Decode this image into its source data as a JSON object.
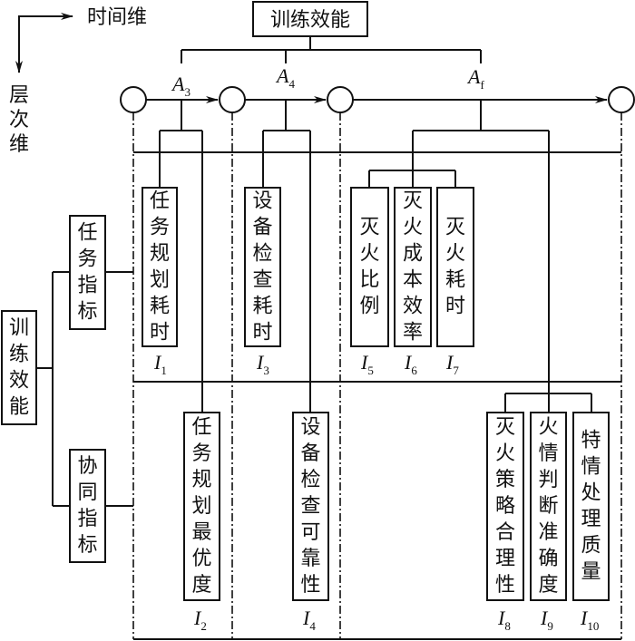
{
  "axes": {
    "time_axis_label": "时间维",
    "level_axis_label": "层次维"
  },
  "top_node": {
    "label": "训练效能"
  },
  "stage_labels": [
    {
      "symbol": "A",
      "sub": "3"
    },
    {
      "symbol": "A",
      "sub": "4"
    },
    {
      "symbol": "A",
      "sub": "f"
    }
  ],
  "left_tree": {
    "root": "训练效能",
    "branches": [
      "任务指标",
      "协同指标"
    ]
  },
  "indicators": [
    {
      "id": "I1",
      "symbol": "I",
      "sub": "1",
      "label": "任务规划耗时",
      "level": "任务指标",
      "stage": "A3"
    },
    {
      "id": "I2",
      "symbol": "I",
      "sub": "2",
      "label": "任务规划最优度",
      "level": "协同指标",
      "stage": "A3"
    },
    {
      "id": "I3",
      "symbol": "I",
      "sub": "3",
      "label": "设备检查耗时",
      "level": "任务指标",
      "stage": "A4"
    },
    {
      "id": "I4",
      "symbol": "I",
      "sub": "4",
      "label": "设备检查可靠性",
      "level": "协同指标",
      "stage": "A4"
    },
    {
      "id": "I5",
      "symbol": "I",
      "sub": "5",
      "label": "灭火比例",
      "level": "任务指标",
      "stage": "Af"
    },
    {
      "id": "I6",
      "symbol": "I",
      "sub": "6",
      "label": "灭火成本效率",
      "level": "任务指标",
      "stage": "Af"
    },
    {
      "id": "I7",
      "symbol": "I",
      "sub": "7",
      "label": "灭火耗时",
      "level": "任务指标",
      "stage": "Af"
    },
    {
      "id": "I8",
      "symbol": "I",
      "sub": "8",
      "label": "灭火策略合理性",
      "level": "协同指标",
      "stage": "Af"
    },
    {
      "id": "I9",
      "symbol": "I",
      "sub": "9",
      "label": "火情判断准确度",
      "level": "协同指标",
      "stage": "Af"
    },
    {
      "id": "I10",
      "symbol": "I",
      "sub": "10",
      "label": "特情处理质量",
      "level": "协同指标",
      "stage": "Af"
    }
  ]
}
